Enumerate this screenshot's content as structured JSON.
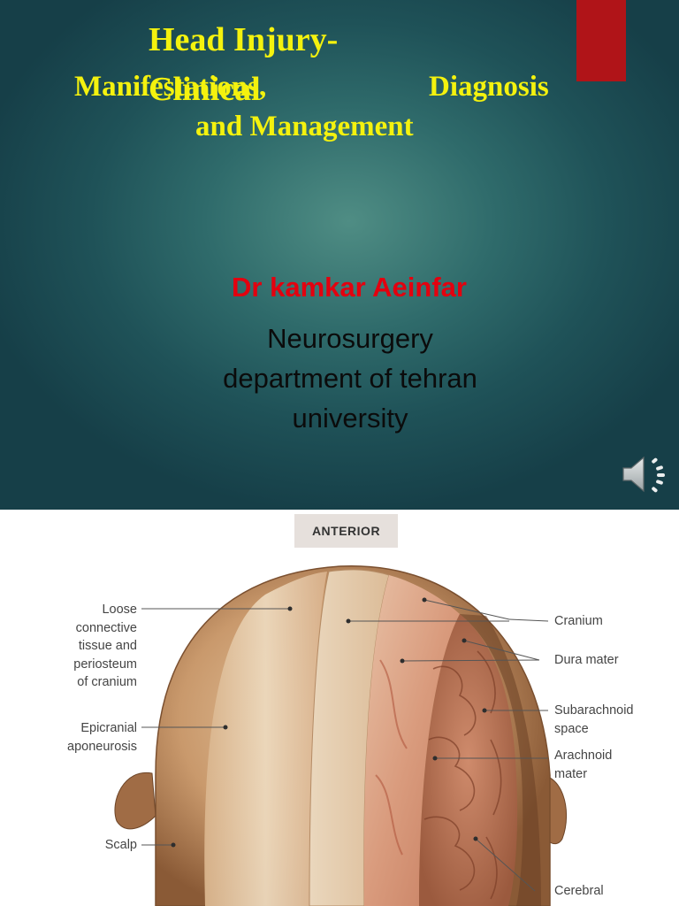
{
  "slide": {
    "title_line1": "Head Injury-",
    "title_line2": "Clinical",
    "title_manifestations": "Manifestations,",
    "title_diagnosis": "Diagnosis",
    "title_line3": "and Management",
    "author": "Dr kamkar Aeinfar",
    "department_line1": "Neurosurgery",
    "department_line2": "department of tehran",
    "department_line3": "university",
    "speaker_icon": "speaker-icon",
    "colors": {
      "title": "#f4f20e",
      "author": "#e3000f",
      "accent_bar": "#b01418",
      "background": "#1f5258"
    }
  },
  "figure": {
    "orientation_label": "ANTERIOR",
    "labels": {
      "loose_1": "Loose",
      "loose_2": "connective",
      "loose_3": "tissue and",
      "loose_4": "periosteum",
      "loose_5": "of cranium",
      "epicranial_1": "Epicranial",
      "epicranial_2": "aponeurosis",
      "scalp": "Scalp",
      "cranium": "Cranium",
      "dura": "Dura mater",
      "subarachnoid_1": "Subarachnoid",
      "subarachnoid_2": "space",
      "arachnoid_1": "Arachnoid",
      "arachnoid_2": "mater",
      "cerebral": "Cerebral"
    }
  }
}
